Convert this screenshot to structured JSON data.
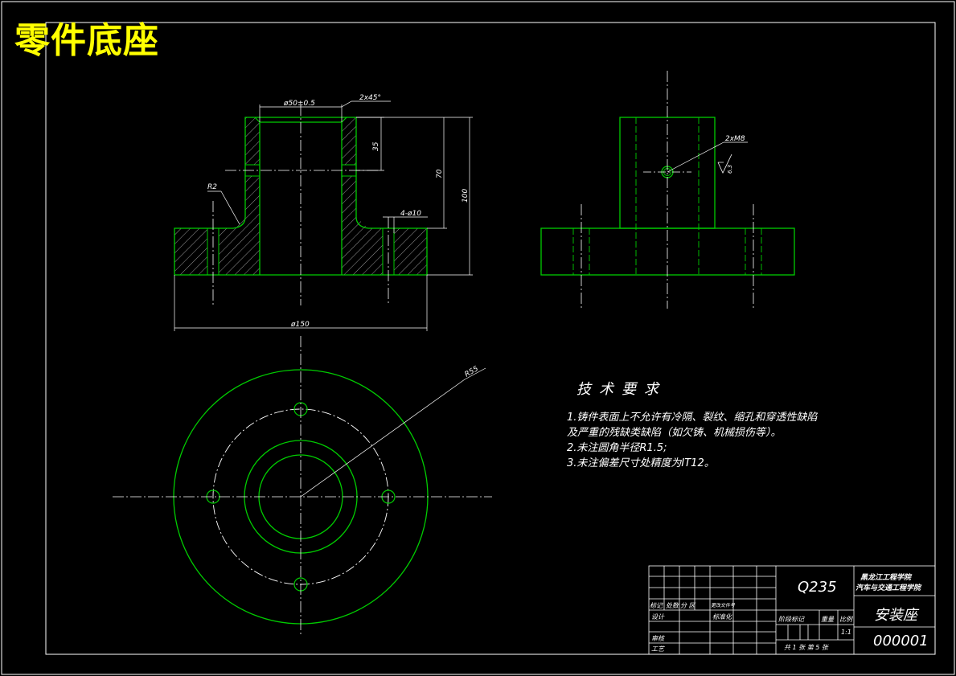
{
  "page_title": "零件底座",
  "colors": {
    "background": "#000000",
    "outline": "#00cc00",
    "lines": "#ffffff",
    "title": "#ffff00"
  },
  "dimensions": {
    "bore_dia": "ø50±0.5",
    "chamfer": "2x45°",
    "h35": "35",
    "h70": "70",
    "h100": "100",
    "fillet": "R2",
    "holes": "4-ø10",
    "flange_dia": "ø150",
    "side_thread": "2xM8",
    "side_rough": "6.3",
    "radius_55": "R55"
  },
  "tech_requirements": {
    "heading": "技术要求",
    "lines": [
      "1.铸件表面上不允许有冷隔、裂纹、缩孔和穿透性缺陷",
      "  及严重的残缺类缺陷（如欠铸、机械损伤等）。",
      "2.未注圆角半径R1.5;",
      "3.未注偏差尺寸处精度为IT12。"
    ]
  },
  "title_block": {
    "material": "Q235",
    "school_1": "黑龙江工程学院",
    "school_2": "汽车与交通工程学院",
    "part_name": "安装座",
    "drawing_no": "000001",
    "scale": "1:1",
    "sheets": "共 1 张  第 5 张",
    "hdr_mark": "标记",
    "hdr_count": "处数",
    "hdr_zone": "分  区",
    "hdr_docno": "更改文件号",
    "design": "设计",
    "standard": "标准化",
    "stage_mark": "阶段标记",
    "weight": "重量",
    "ratio": "比例",
    "review": "审核",
    "process": "工艺"
  }
}
